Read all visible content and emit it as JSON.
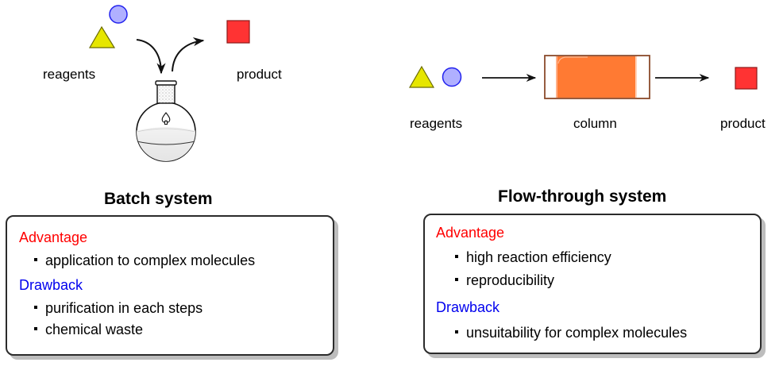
{
  "batch": {
    "title": "Batch system",
    "diagram": {
      "reagents_label": "reagents",
      "product_label": "product"
    },
    "advantage_heading": "Advantage",
    "advantages": [
      "application to complex molecules"
    ],
    "drawback_heading": "Drawback",
    "drawbacks": [
      "purification in each steps",
      "chemical waste"
    ]
  },
  "flow": {
    "title": "Flow-through system",
    "diagram": {
      "reagents_label": "reagents",
      "column_label": "column",
      "product_label": "product"
    },
    "advantage_heading": "Advantage",
    "advantages": [
      "high reaction efficiency",
      "reproducibility"
    ],
    "drawback_heading": "Drawback",
    "drawbacks": [
      "unsuitability for complex molecules"
    ]
  },
  "colors": {
    "advantage": "#ff0000",
    "drawback": "#0000ee",
    "reagent_triangle": "#e6e600",
    "reagent_circle": "#b0b0ff",
    "product_square": "#ff3333",
    "column_fill": "#ff7a33",
    "column_border": "#8b4a2b"
  },
  "icons": {
    "reagent_a": "yellow-triangle",
    "reagent_b": "blue-circle",
    "product": "red-square",
    "vessel": "round-bottom-flask",
    "column": "packed-column"
  }
}
